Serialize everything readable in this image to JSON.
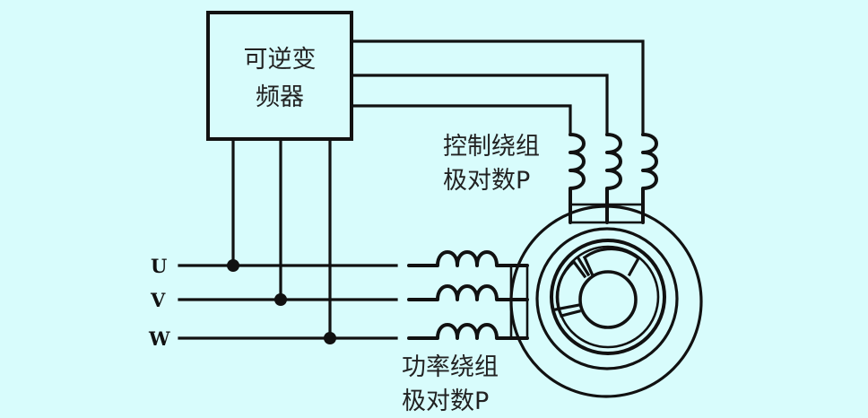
{
  "diagram": {
    "converter_box": {
      "line1": "可逆变",
      "line2": "频器"
    },
    "control_winding_label": {
      "line1": "控制绕组",
      "line2": "极对数P"
    },
    "power_winding_label": {
      "line1": "功率绕组",
      "line2": "极对数P"
    },
    "phases": [
      "U",
      "V",
      "W"
    ],
    "colors": {
      "background": "#d8fcfc",
      "ink": "#111111"
    }
  }
}
